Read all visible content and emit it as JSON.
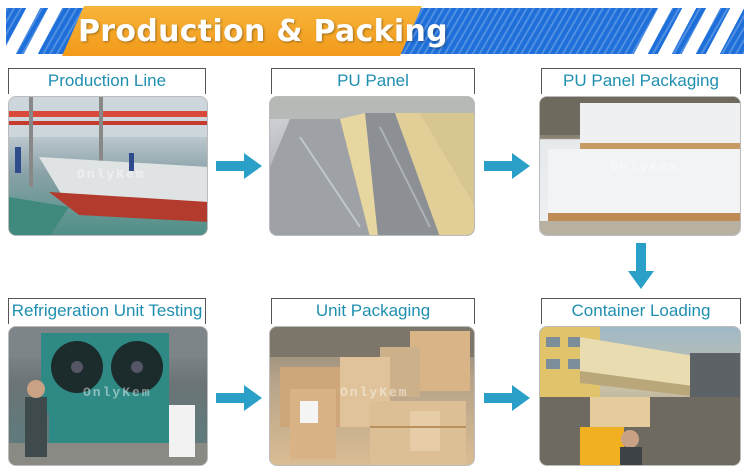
{
  "header": {
    "title": "Production & Packing",
    "colors": {
      "blue": "#1e6fd9",
      "orange": "#f5a623",
      "label_text": "#1f8fb0",
      "arrow": "#2aa0c8"
    }
  },
  "steps": [
    {
      "label": "Production Line",
      "photo": "production-line-photo"
    },
    {
      "label": "PU Panel",
      "photo": "pu-panel-photo"
    },
    {
      "label": "PU Panel Packaging",
      "photo": "pu-panel-packaging-photo"
    },
    {
      "label": "Refrigeration Unit Testing",
      "photo": "refrigeration-unit-testing-photo"
    },
    {
      "label": "Unit Packaging",
      "photo": "unit-packaging-photo"
    },
    {
      "label": "Container Loading",
      "photo": "container-loading-photo"
    }
  ],
  "watermark": "OnlyKem",
  "icons": [
    "arrow-right-icon",
    "arrow-down-icon"
  ]
}
